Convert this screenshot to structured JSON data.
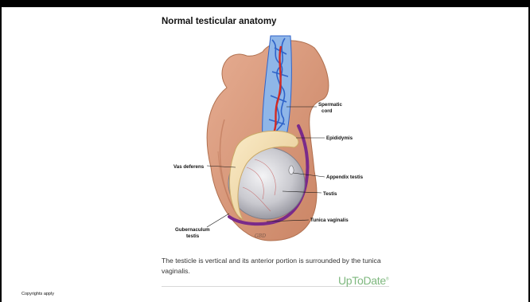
{
  "title": "Normal testicular anatomy",
  "labels": {
    "spermatic_cord_line1": "Spermatic",
    "spermatic_cord_line2": "cord",
    "epididymis": "Epididymis",
    "appendix_testis": "Appendix testis",
    "testis": "Testis",
    "tunica_vaginalis": "Tunica vaginalis",
    "vas_deferens": "Vas deferens",
    "gubernaculum_line1": "Gubernaculum",
    "gubernaculum_line2": "testis",
    "artist_signature": "GBD"
  },
  "caption": "The testicle is vertical and its anterior portion is surrounded by the tunica vaginalis.",
  "brand": {
    "name": "UpToDate",
    "mark": "®"
  },
  "copyright": "Copyrights apply",
  "colors": {
    "scrotum": "#d99a7e",
    "epididymis": "#f2dcae",
    "testis": "#c9c9cf",
    "tunica": "#7a2a8a",
    "vessels_blue": "#2f63c9",
    "vessels_red": "#d42a22",
    "brand": "#7fb87f"
  }
}
